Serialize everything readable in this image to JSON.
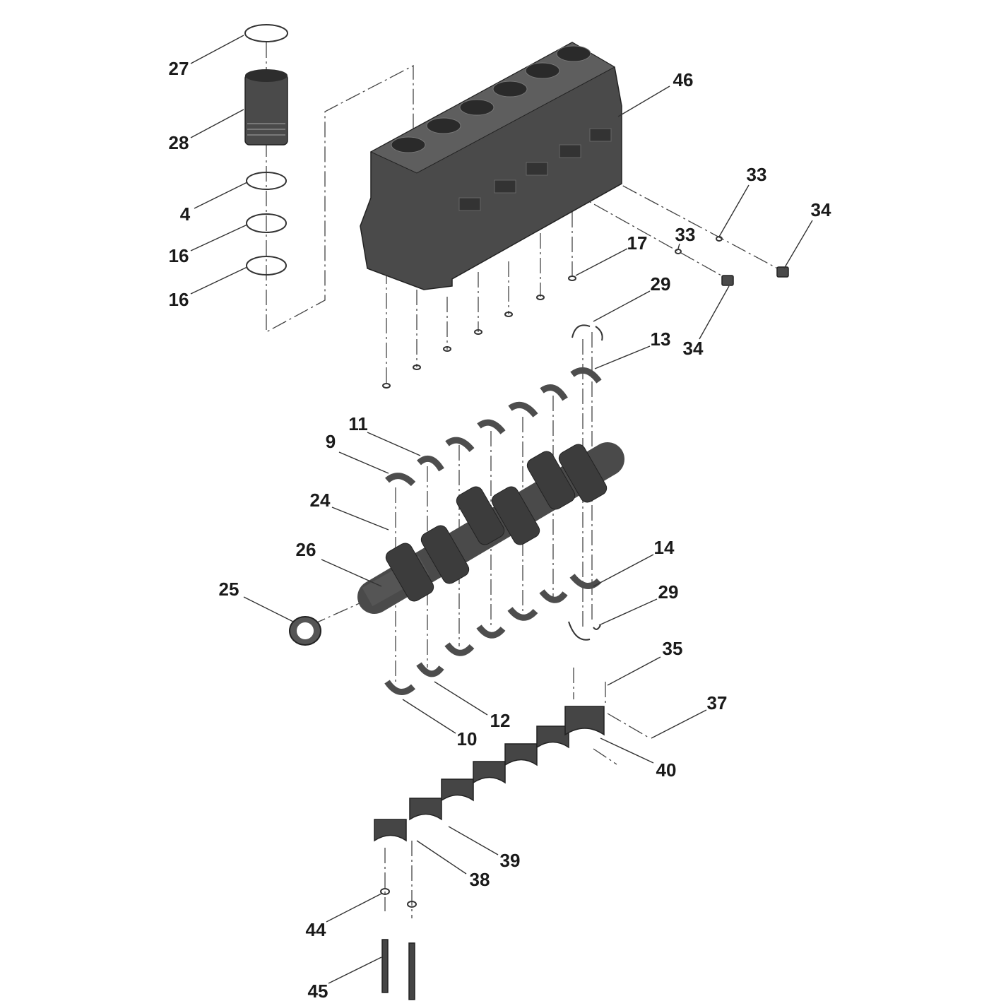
{
  "diagram": {
    "type": "exploded-parts-view",
    "callouts": [
      "27",
      "28",
      "4",
      "16",
      "16",
      "46",
      "33",
      "34",
      "33",
      "17",
      "34",
      "29",
      "13",
      "11",
      "9",
      "24",
      "26",
      "25",
      "14",
      "29",
      "35",
      "37",
      "40",
      "12",
      "10",
      "39",
      "38",
      "44",
      "45"
    ]
  }
}
